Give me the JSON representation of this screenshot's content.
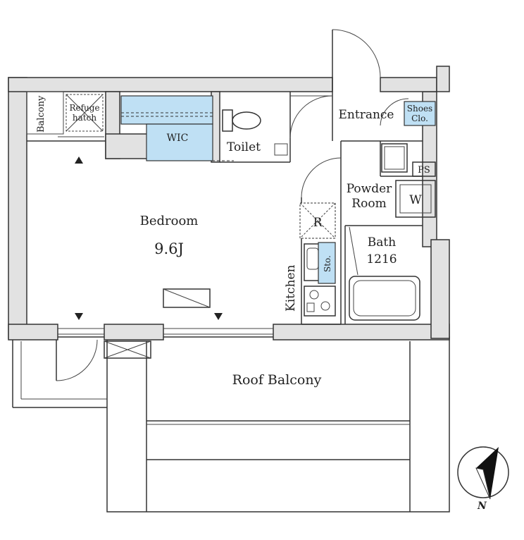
{
  "rooms": {
    "balcony": "Balcony",
    "refuge_line1": "Refuge",
    "refuge_line2": "hatch",
    "wic": "WIC",
    "toilet": "Toilet",
    "entrance": "Entrance",
    "shoes_line1": "Shoes",
    "shoes_line2": "Clo.",
    "ps": "PS",
    "powder_line1": "Powder",
    "powder_line2": "Room",
    "washer": "W",
    "bath": "Bath",
    "bath_size": "1216",
    "fridge": "R",
    "storage": "Sto.",
    "kitchen": "Kitchen",
    "bedroom": "Bedroom",
    "bedroom_size": "9.6J",
    "roof_balcony": "Roof Balcony"
  },
  "compass": {
    "north_label": "N"
  },
  "colors": {
    "storage_fill": "#bfe0f4",
    "wall_fill": "#e2e2e2",
    "line": "#333333"
  }
}
